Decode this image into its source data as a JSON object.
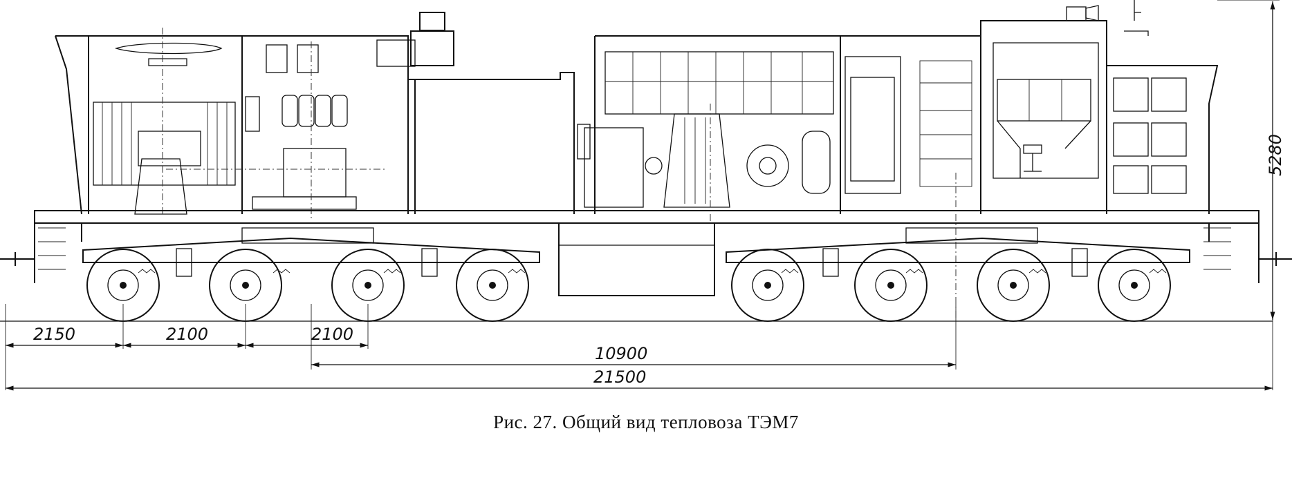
{
  "figure": {
    "caption": "Рис. 27. Общий вид тепловоза ТЭМ7"
  },
  "dimensions": {
    "height": "5280",
    "dim_2150": "2150",
    "dim_2100_a": "2100",
    "dim_2100_b": "2100",
    "bogie_base": "10900",
    "overall_length": "21500"
  }
}
